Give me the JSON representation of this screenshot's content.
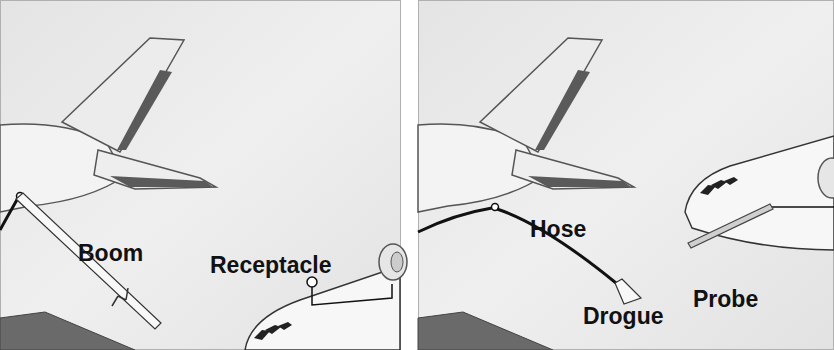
{
  "diagram": {
    "labels": [
      "Boom",
      "Receptacle",
      "Hose",
      "Drogue",
      "Probe"
    ]
  }
}
